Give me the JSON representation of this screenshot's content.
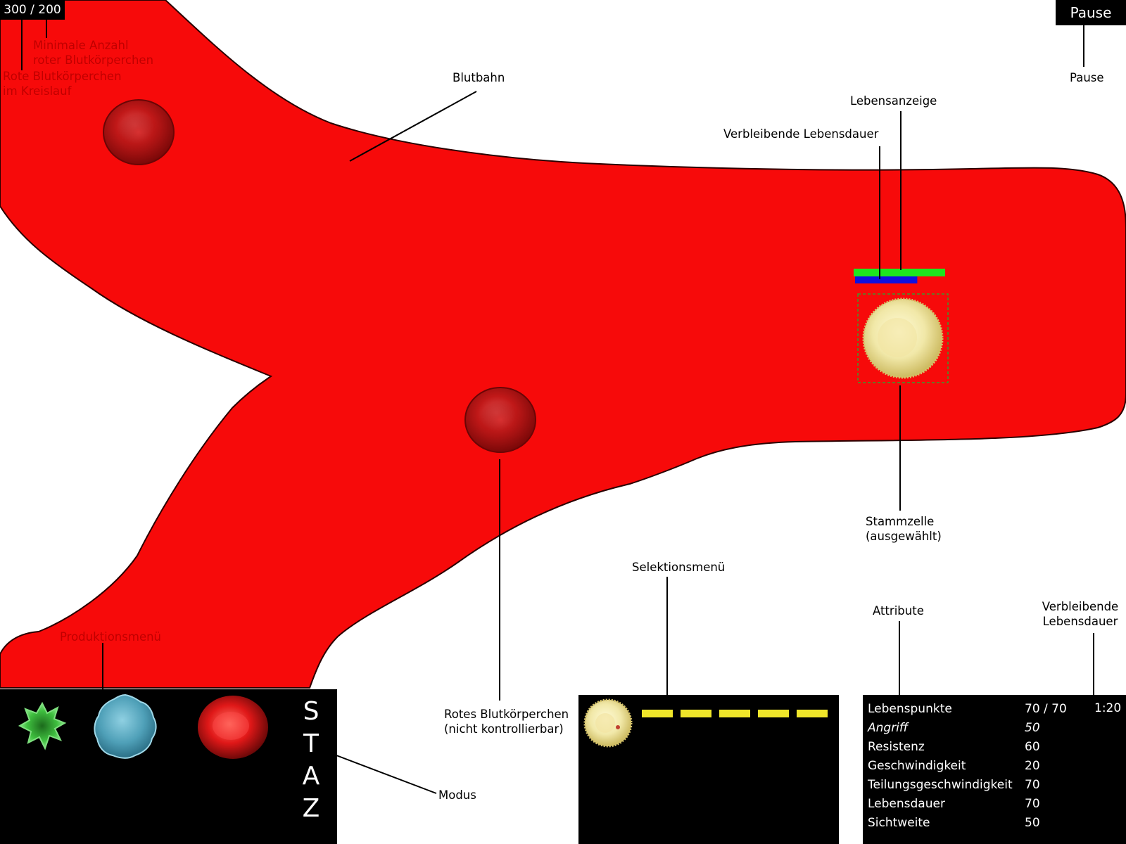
{
  "hud": {
    "rbc_counter": "300 / 200",
    "pause_label": "Pause"
  },
  "annotations": {
    "min_rbc": "Minimale Anzahl\nroter Blutkörperchen",
    "rbc_in_circulation": "Rote Blutkörperchen\nim Kreislauf",
    "bloodstream": "Blutbahn",
    "pause": "Pause",
    "health_bar": "Lebensanzeige",
    "remaining_lifetime_bar": "Verbleibende Lebensdauer",
    "stem_cell": "Stammzelle\n(ausgewählt)",
    "selection_menu": "Selektionsmenü",
    "attributes": "Attribute",
    "remaining_lifetime": "Verbleibende\nLebensdauer",
    "production_menu": "Produktionsmenü",
    "red_blood_cell": "Rotes Blutkörperchen\n(nicht kontrollierbar)",
    "mode": "Modus"
  },
  "production_menu": {
    "items": [
      {
        "name": "green-cell",
        "color": "#3fbf3f"
      },
      {
        "name": "blue-cell",
        "color": "#4fa0b8"
      },
      {
        "name": "red-blood-cell",
        "color": "#cc1010"
      }
    ],
    "mode_letters": [
      "S",
      "T",
      "A",
      "Z"
    ]
  },
  "selection_menu": {
    "queue_slots": 5,
    "queue_color": "#f0e62a"
  },
  "selected_unit": {
    "health_fraction": 1.0,
    "lifetime_fraction": 0.68,
    "health_color": "#1ee61e",
    "lifetime_color": "#1010e0"
  },
  "attributes": {
    "rows": [
      {
        "name": "Lebenspunkte",
        "value": "70 / 70",
        "italic": false
      },
      {
        "name": "Angriff",
        "value": "50",
        "italic": true
      },
      {
        "name": "Resistenz",
        "value": "60",
        "italic": false
      },
      {
        "name": "Geschwindigkeit",
        "value": "20",
        "italic": false
      },
      {
        "name": "Teilungsgeschwindigkeit",
        "value": "70",
        "italic": false
      },
      {
        "name": "Lebensdauer",
        "value": "70",
        "italic": false
      },
      {
        "name": "Sichtweite",
        "value": "50",
        "italic": false
      }
    ],
    "time_remaining": "1:20"
  },
  "colors": {
    "bloodstream": "#f70a0a",
    "panel": "#000000"
  }
}
